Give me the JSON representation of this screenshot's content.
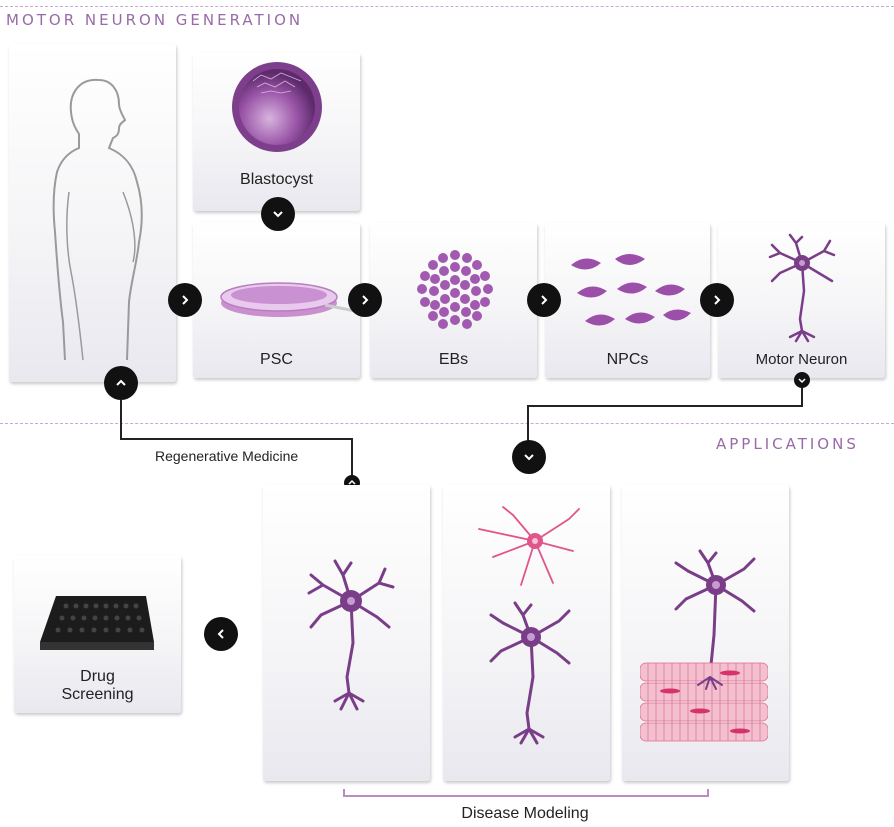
{
  "sections": {
    "generation": "MOTOR NEURON GENERATION",
    "applications": "APPLICATIONS"
  },
  "cards": {
    "blastocyst": "Blastocyst",
    "psc": "PSC",
    "ebs": "EBs",
    "npcs": "NPCs",
    "motor_neuron": "Motor Neuron",
    "drug_screening_line1": "Drug",
    "drug_screening_line2": "Screening"
  },
  "connectors": {
    "regenerative_medicine": "Regenerative Medicine",
    "disease_modeling": "Disease Modeling"
  },
  "colors": {
    "accent": "#9a6aa8",
    "neuron": "#7a3d88",
    "astrocyte": "#e0558a",
    "muscle": "#e88aa6",
    "button": "#111111"
  },
  "icons": [
    "human-silhouette-icon",
    "blastocyst-icon",
    "petri-dish-icon",
    "embryoid-bodies-icon",
    "npc-cells-icon",
    "motor-neuron-icon",
    "astrocyte-icon",
    "muscle-fiber-icon",
    "well-plate-icon",
    "chevron-right-icon",
    "chevron-down-icon",
    "chevron-up-icon",
    "chevron-left-icon"
  ]
}
